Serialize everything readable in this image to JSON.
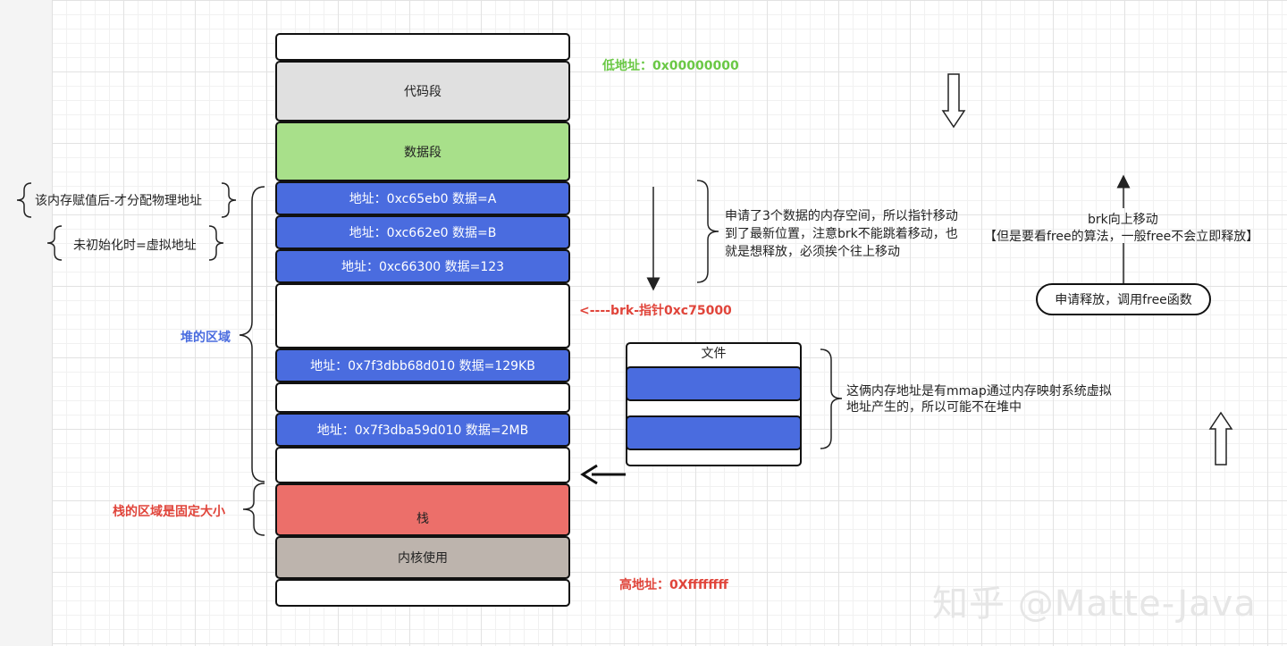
{
  "memory": {
    "code_segment": "代码段",
    "data_segment": "数据段",
    "alloc_a": "地址：0xc65eb0  数据=A",
    "alloc_b": "地址：0xc662e0  数据=B",
    "alloc_c": "地址：0xc66300  数据=123",
    "mmap_1": "地址：0x7f3dbb68d010  数据=129KB",
    "mmap_2": "地址：0x7f3dba59d010  数据=2MB",
    "stack": "栈",
    "kernel": "内核使用"
  },
  "labels": {
    "low_address": "低地址：0x00000000",
    "high_address": "高地址：0Xffffffff",
    "brk_pointer": "<----brk-指针0xc75000",
    "heap_region": "堆的区域",
    "stack_region": "栈的区域是固定大小",
    "physical_note": "该内存赋值后-才分配物理地址",
    "virtual_note": "未初始化时=虚拟地址",
    "alloc_note": "申请了3个数据的内存空间，所以指针移动到了最新位置，注意brk不能跳着移动，也就是想释放，必须挨个往上移动",
    "file": "文件",
    "mmap_note": "这俩内存地址是有mmap通过内存映射系统虚拟地址产生的，所以可能不在堆中",
    "brk_up": "brk向上移动",
    "free_note": "【但是要看free的算法，一般free不会立即释放】",
    "free_button": "申请释放，调用free函数"
  },
  "watermark": "知乎 @Matte-Java",
  "colors": {
    "code": "#e0e0e0",
    "data": "#a8e08a",
    "heap_block": "#4a6cdf",
    "stack": "#ec6f6a",
    "kernel": "#bdb4ad",
    "low_address": "#6ac845",
    "red_text": "#e0443a",
    "heap_label": "#4a6cdf"
  }
}
